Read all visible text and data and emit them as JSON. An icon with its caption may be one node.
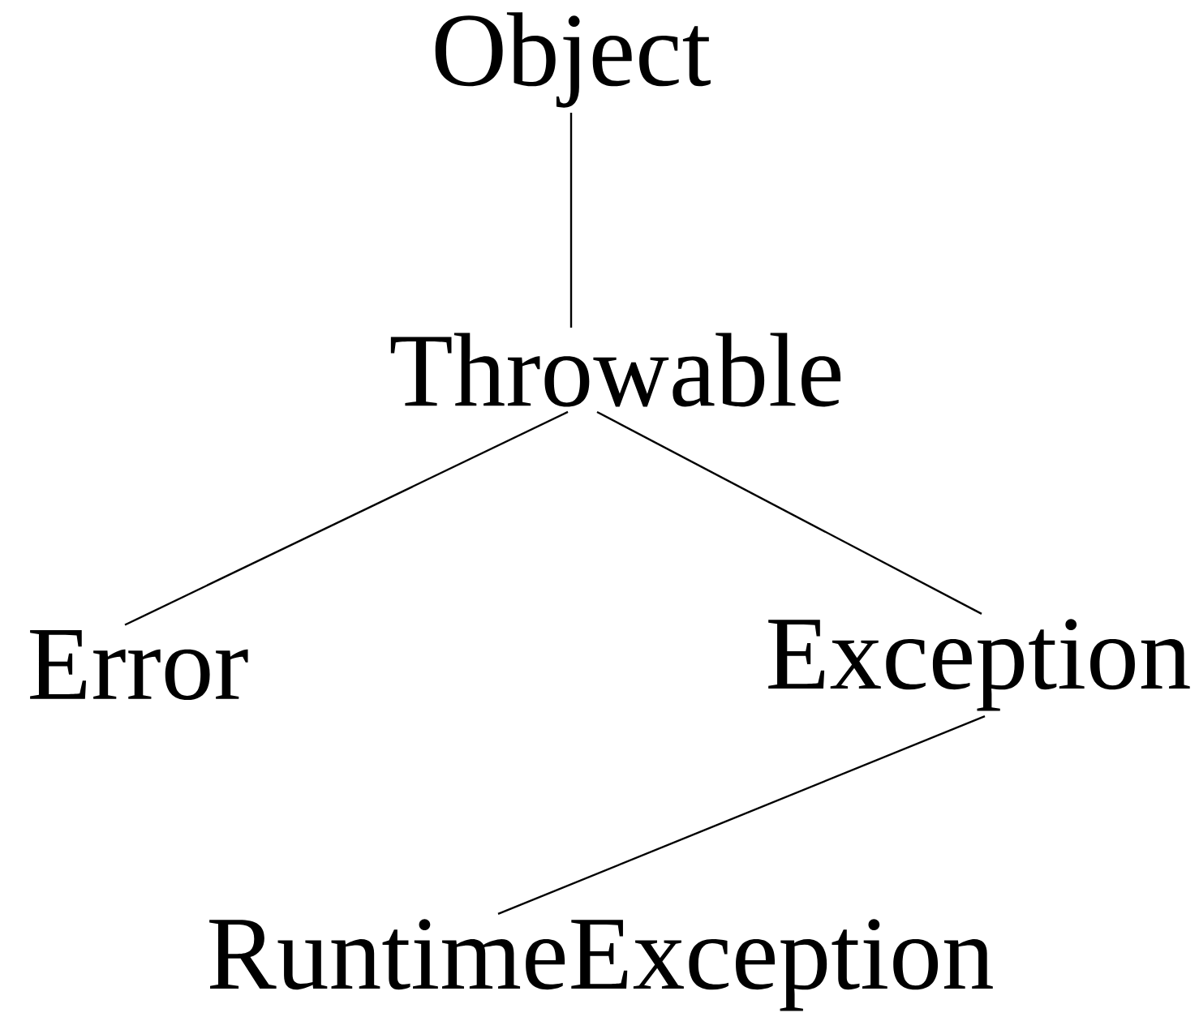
{
  "diagram": {
    "nodes": [
      {
        "text": [
          "Object"
        ]
      },
      {
        "text": [
          "Throwable"
        ]
      },
      {
        "text": [
          "Error"
        ]
      },
      {
        "text": [
          "Exception"
        ]
      },
      {
        "text": [
          "RuntimeException"
        ]
      }
    ],
    "edges": [
      {
        "from": 0,
        "to": 1,
        "arrow": "none"
      },
      {
        "from": 1,
        "to": 2,
        "arrow": "none"
      },
      {
        "from": 1,
        "to": 3,
        "arrow": "none"
      },
      {
        "from": 3,
        "to": 4,
        "arrow": "none"
      }
    ]
  }
}
